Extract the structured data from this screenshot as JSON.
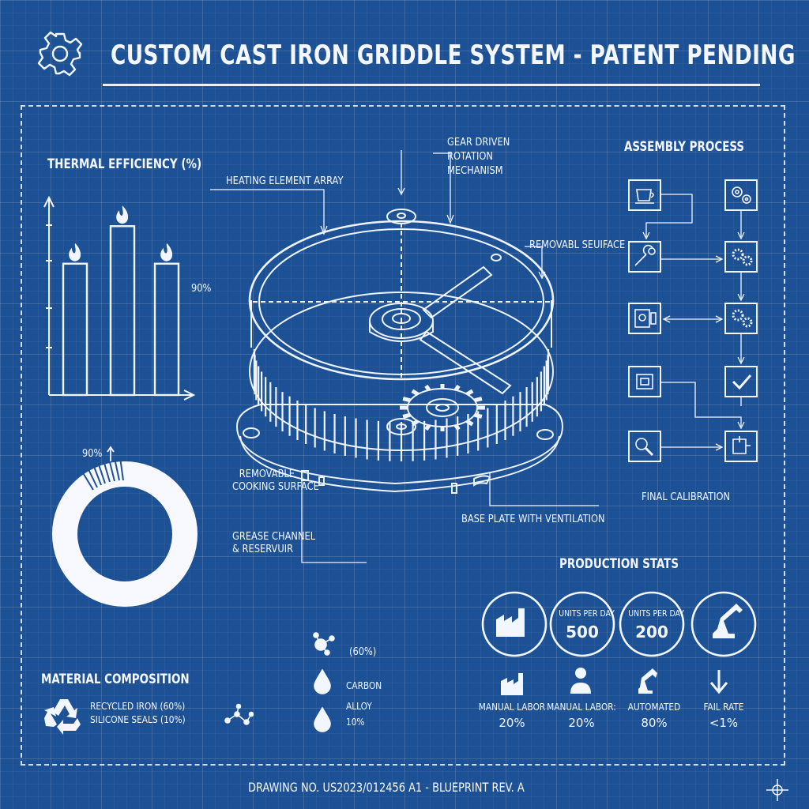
{
  "header": {
    "title": "CUSTOM CAST IRON GRIDDLE SYSTEM - PATENT PENDING",
    "icon": "gear-icon"
  },
  "thermal": {
    "title": "THERMAL EFFICIENCY (%)",
    "value_label": "90%",
    "chart_data": {
      "type": "bar",
      "title": "THERMAL EFFICIENCY (%)",
      "categories": [
        "",
        "",
        ""
      ],
      "values": [
        70,
        90,
        70
      ],
      "annotation": "90%"
    }
  },
  "composition": {
    "donut_label": "90%",
    "title": "MATERIAL COMPOSITION",
    "line1": "RECYCLED IRON (60%)",
    "line2": "SILICONE SEALS (10%)",
    "chart_data": {
      "type": "pie",
      "slices": [
        {
          "label": "RECYCLED IRON",
          "value": 60
        },
        {
          "label": "SILICONE SEALS",
          "value": 10
        }
      ],
      "annotation": "90%"
    },
    "molecule_value": "(60%)",
    "carbon_label": "CARBON",
    "alloy_label": "ALLOY",
    "alloy_value": "10%"
  },
  "diagram": {
    "gear_label": [
      "GEAR DRIVEN",
      "ROTATION",
      "MECHANISM"
    ],
    "heating_label": "HEATING ELEMENT ARRAY",
    "removable_surface": "REMOVABL SEUIFACE",
    "cooking_label": [
      "REMOVABLE",
      "COOKING SURFACE"
    ],
    "grease_label": [
      "GREASE CHANNEL",
      "& RESERVUIR"
    ],
    "base_label": "BASE PLATE WITH VENTILATION"
  },
  "assembly": {
    "title": "ASSEMBLY PROCESS",
    "final": "FINAL CALIBRATION",
    "left_icons": [
      "cup-icon",
      "wrench-icon",
      "gauge-icon",
      "chip-icon",
      "magnifier-icon"
    ],
    "right_icons": [
      "gears-icon",
      "gear-icon",
      "gears-icon",
      "checkmark-icon",
      "puzzle-icon"
    ]
  },
  "production": {
    "title": "PRODUCTION STATS",
    "circles": [
      {
        "icon": "factory-icon"
      },
      {
        "label": "UNITS PER DAY",
        "value": "500"
      },
      {
        "label": "UNITS PER DAY",
        "value": "200"
      },
      {
        "icon": "robot-arm-icon"
      }
    ],
    "stats": [
      {
        "icon": "factory-icon",
        "label": "MANUAL LABOR",
        "value": "20%"
      },
      {
        "icon": "person-icon",
        "label": "MANUAL LABOR:",
        "value": "20%"
      },
      {
        "icon": "robot-arm-icon",
        "label": "AUTOMATED",
        "value": "80%"
      },
      {
        "icon": "down-arrow-icon",
        "label": "FAIL RATE",
        "value": "<1%"
      }
    ]
  },
  "footer": {
    "drawing": "DRAWING NO. US2023/012456 A1 - BLUEPRINT REV. A"
  }
}
